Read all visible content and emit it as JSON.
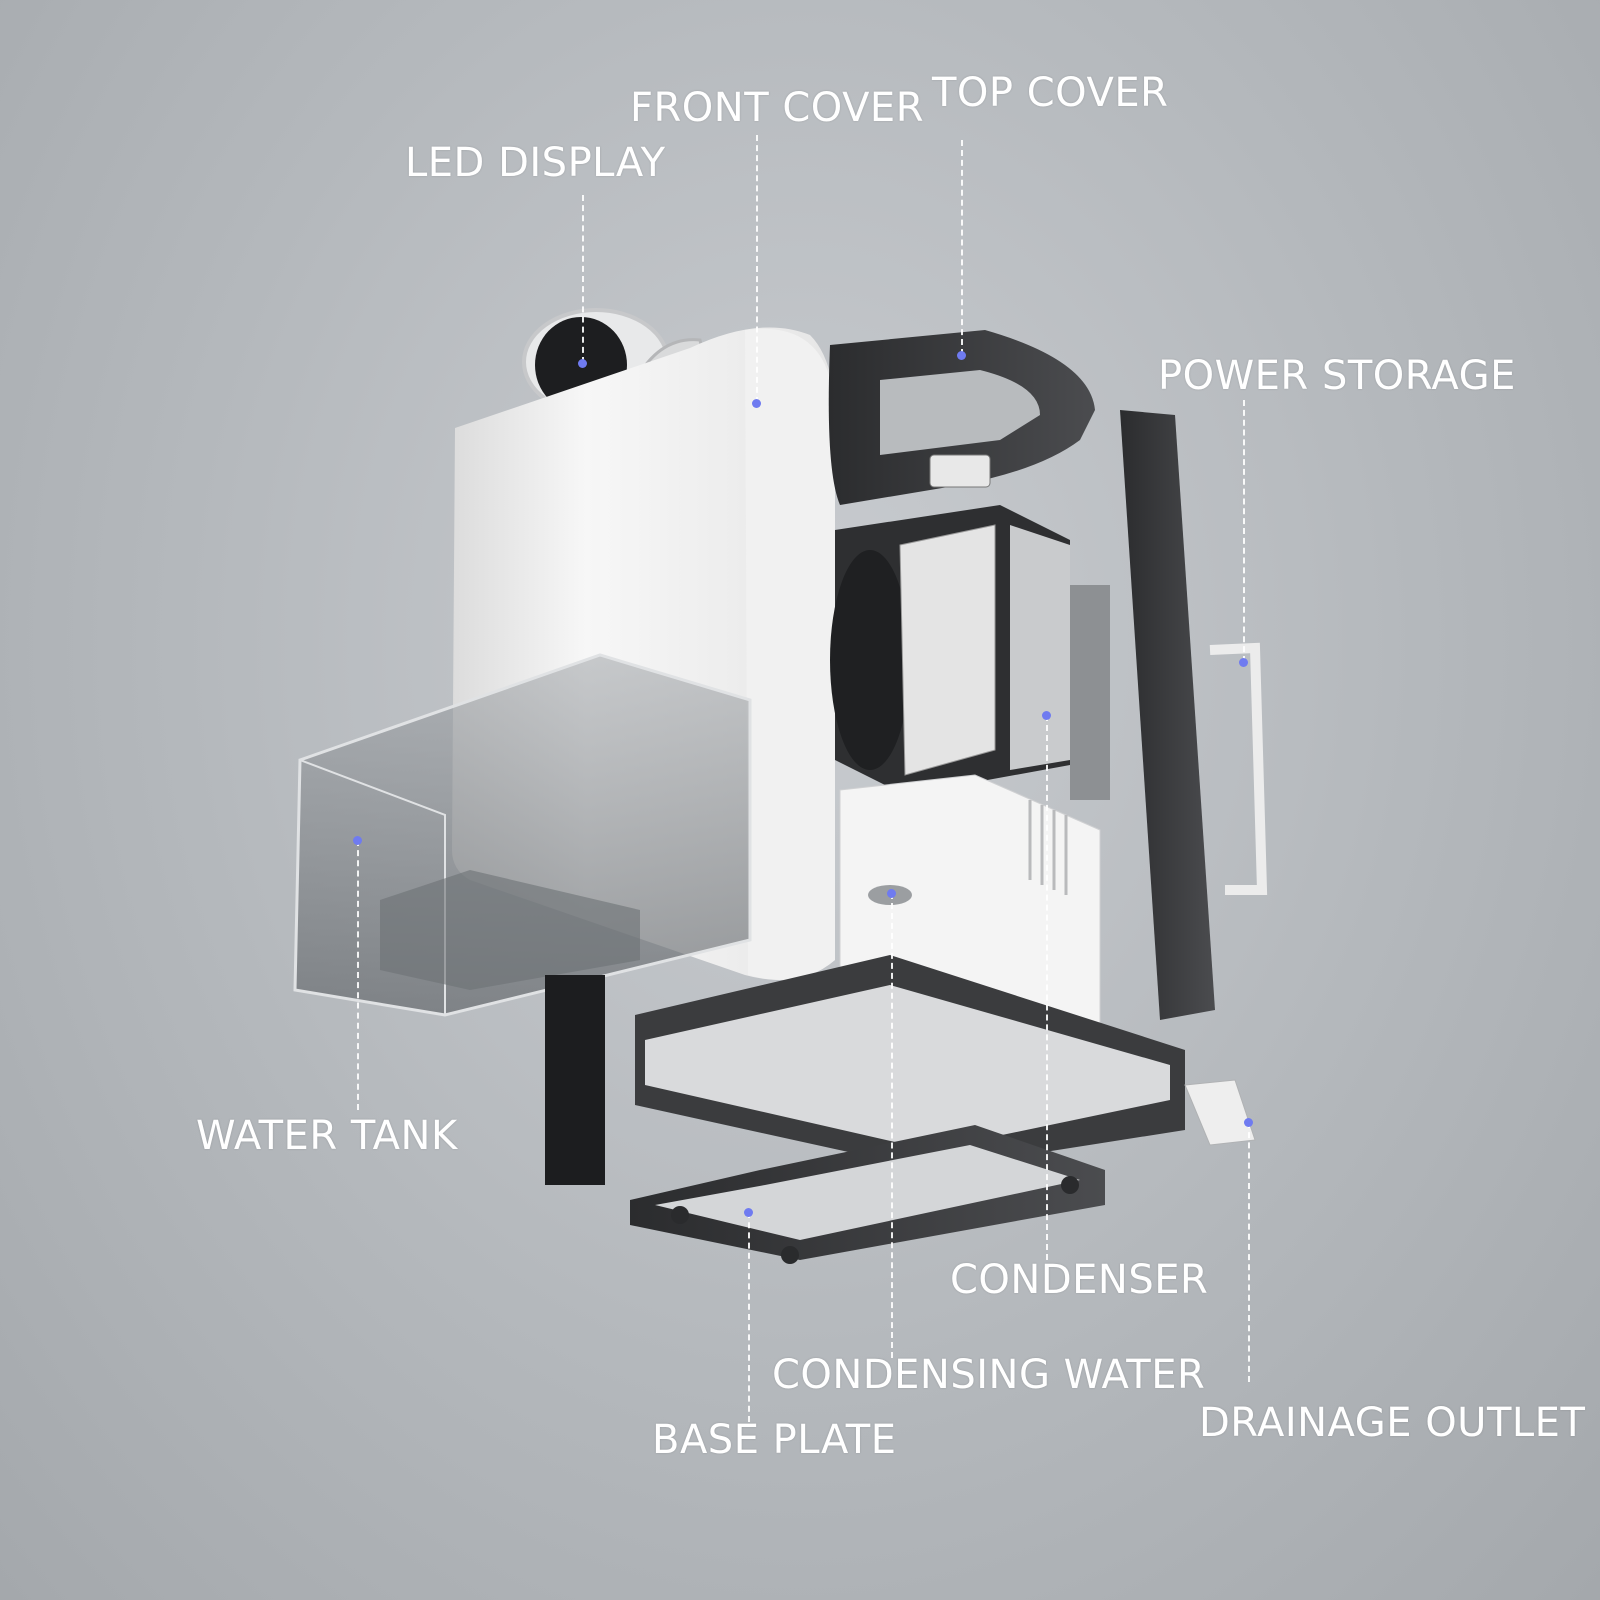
{
  "callouts": [
    {
      "key": "led_display",
      "text": "LED DISPLAY"
    },
    {
      "key": "front_cover",
      "text": "FRONT COVER"
    },
    {
      "key": "top_cover",
      "text": "TOP COVER"
    },
    {
      "key": "power_storage",
      "text": "POWER STORAGE"
    },
    {
      "key": "water_tank",
      "text": "WATER TANK"
    },
    {
      "key": "condenser",
      "text": "CONDENSER"
    },
    {
      "key": "condensing_water",
      "text": "CONDENSING WATER"
    },
    {
      "key": "base_plate",
      "text": "BASE PLATE"
    },
    {
      "key": "drainage_outlet",
      "text": "DRAINAGE OUTLET"
    }
  ],
  "colors": {
    "background": "#b4b8bc",
    "label_text": "#ffffff",
    "marker_dot": "#6f7bf0",
    "housing_white": "#f4f4f4",
    "frame_dark": "#3a3b3d"
  }
}
